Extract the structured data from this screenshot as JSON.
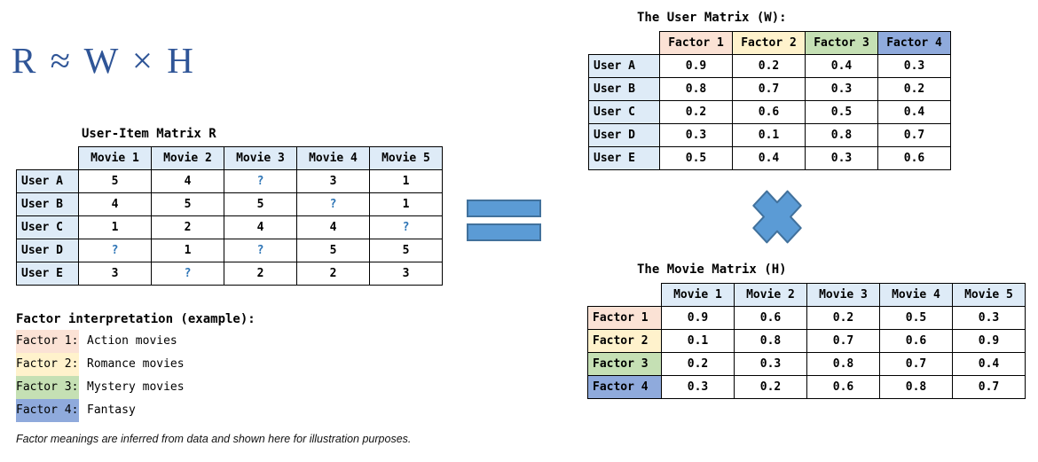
{
  "formula": {
    "text": "R ≈ W × H"
  },
  "colors": {
    "operator_fill": "#5B9BD5",
    "operator_border": "#41719C",
    "header_blue": "#DEEBF7",
    "factor_colors": [
      "#FBE2D5",
      "#FFF2CC",
      "#C5E0B4",
      "#8FAADC"
    ],
    "missing_value": "#2E75B6",
    "formula_text": "#2F5597"
  },
  "operators": {
    "equals_icon": "equals-sign",
    "times_icon": "multiplication-cross"
  },
  "matrix_r": {
    "title": "User-Item Matrix R",
    "col_headers": [
      "Movie 1",
      "Movie 2",
      "Movie 3",
      "Movie 4",
      "Movie 5"
    ],
    "rows": [
      {
        "label": "User A",
        "values": [
          "5",
          "4",
          "?",
          "3",
          "1"
        ]
      },
      {
        "label": "User B",
        "values": [
          "4",
          "5",
          "5",
          "?",
          "1"
        ]
      },
      {
        "label": "User C",
        "values": [
          "1",
          "2",
          "4",
          "4",
          "?"
        ]
      },
      {
        "label": "User D",
        "values": [
          "?",
          "1",
          "?",
          "5",
          "5"
        ]
      },
      {
        "label": "User E",
        "values": [
          "3",
          "?",
          "2",
          "2",
          "3"
        ]
      }
    ]
  },
  "matrix_w": {
    "title": "The User Matrix (W):",
    "col_headers": [
      "Factor 1",
      "Factor 2",
      "Factor 3",
      "Factor 4"
    ],
    "rows": [
      {
        "label": "User A",
        "values": [
          "0.9",
          "0.2",
          "0.4",
          "0.3"
        ]
      },
      {
        "label": "User B",
        "values": [
          "0.8",
          "0.7",
          "0.3",
          "0.2"
        ]
      },
      {
        "label": "User C",
        "values": [
          "0.2",
          "0.6",
          "0.5",
          "0.4"
        ]
      },
      {
        "label": "User D",
        "values": [
          "0.3",
          "0.1",
          "0.8",
          "0.7"
        ]
      },
      {
        "label": "User E",
        "values": [
          "0.5",
          "0.4",
          "0.3",
          "0.6"
        ]
      }
    ]
  },
  "matrix_h": {
    "title": "The Movie Matrix (H)",
    "col_headers": [
      "Movie 1",
      "Movie 2",
      "Movie 3",
      "Movie 4",
      "Movie 5"
    ],
    "rows": [
      {
        "label": "Factor 1",
        "values": [
          "0.9",
          "0.6",
          "0.2",
          "0.5",
          "0.3"
        ]
      },
      {
        "label": "Factor 2",
        "values": [
          "0.1",
          "0.8",
          "0.7",
          "0.6",
          "0.9"
        ]
      },
      {
        "label": "Factor 3",
        "values": [
          "0.2",
          "0.3",
          "0.8",
          "0.7",
          "0.4"
        ]
      },
      {
        "label": "Factor 4",
        "values": [
          "0.3",
          "0.2",
          "0.6",
          "0.8",
          "0.7"
        ]
      }
    ]
  },
  "legend": {
    "heading": "Factor interpretation (example):",
    "items": [
      {
        "label": "Factor 1:",
        "description": "Action movies"
      },
      {
        "label": "Factor 2:",
        "description": "Romance movies"
      },
      {
        "label": "Factor 3:",
        "description": "Mystery movies"
      },
      {
        "label": "Factor 4:",
        "description": "Fantasy"
      }
    ]
  },
  "footnote": "Factor meanings are inferred from data and shown here for illustration purposes."
}
